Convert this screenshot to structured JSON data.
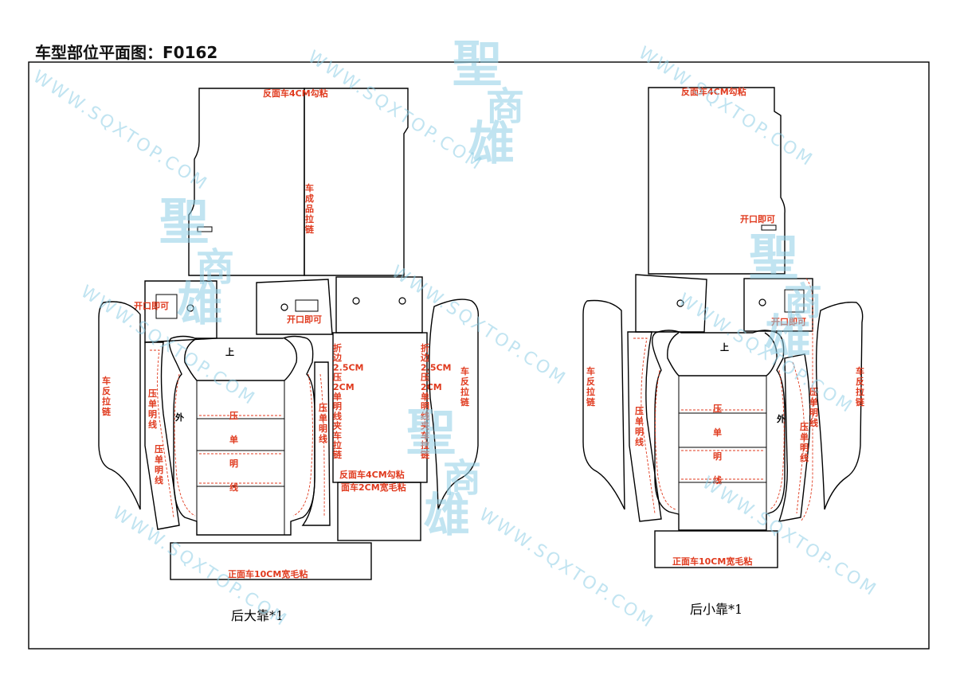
{
  "title": "车型部位平面图：F0162",
  "watermark": {
    "url": "WWW.SQXTOP.COM",
    "logo": [
      "聖",
      "商",
      "雄"
    ]
  },
  "colors": {
    "annotation": "#e03a1e",
    "watermark": "#8fcfe6",
    "outline": "#000000"
  },
  "left_pattern": {
    "caption": "后大靠*1",
    "labels": {
      "top_reverse_hook": "反面车4CM勾粘",
      "zipper_vertical": [
        "车",
        "成",
        "品",
        "拉",
        "链"
      ],
      "open_left": "开口即可",
      "open_mid": "开口即可",
      "side_left": [
        "车",
        "反",
        "拉",
        "链"
      ],
      "side_right": [
        "车",
        "反",
        "拉",
        "链"
      ],
      "press_left_1": [
        "压",
        "单",
        "明",
        "线"
      ],
      "press_left_2": [
        "压",
        "单",
        "明",
        "线"
      ],
      "press_right": [
        "压",
        "单",
        "明",
        "线"
      ],
      "top_mark": "上",
      "out_mark": "外",
      "center_vertical": [
        "压",
        "单",
        "明",
        "线"
      ],
      "fold_left": [
        "折",
        "边",
        "2.5CM",
        "压",
        "2CM",
        "单",
        "明",
        "线",
        "夹",
        "车",
        "拉",
        "链"
      ],
      "fold_right": [
        "折",
        "边",
        "2.5CM",
        "压",
        "2CM",
        "单",
        "明",
        "线",
        "夹",
        "车",
        "拉",
        "链"
      ],
      "bottom_hook": "反面车4CM勾粘",
      "bottom_wide": "面车2CM宽毛粘",
      "front_wide": "正面车10CM宽毛粘"
    }
  },
  "right_pattern": {
    "caption": "后小靠*1",
    "labels": {
      "top_reverse_hook": "反面车4CM勾粘",
      "open_top": "开口即可",
      "open_mid": "开口即可",
      "side_left": [
        "车",
        "反",
        "拉",
        "链"
      ],
      "side_right": [
        "车",
        "反",
        "拉",
        "链"
      ],
      "press_left": [
        "压",
        "单",
        "明",
        "线"
      ],
      "press_right_1": [
        "压",
        "单",
        "明",
        "线"
      ],
      "press_right_2": [
        "压",
        "单",
        "明",
        "线"
      ],
      "top_mark": "上",
      "out_mark": "外",
      "center_vertical": [
        "压",
        "单",
        "明",
        "线"
      ],
      "front_wide": "正面车10CM宽毛粘"
    }
  }
}
